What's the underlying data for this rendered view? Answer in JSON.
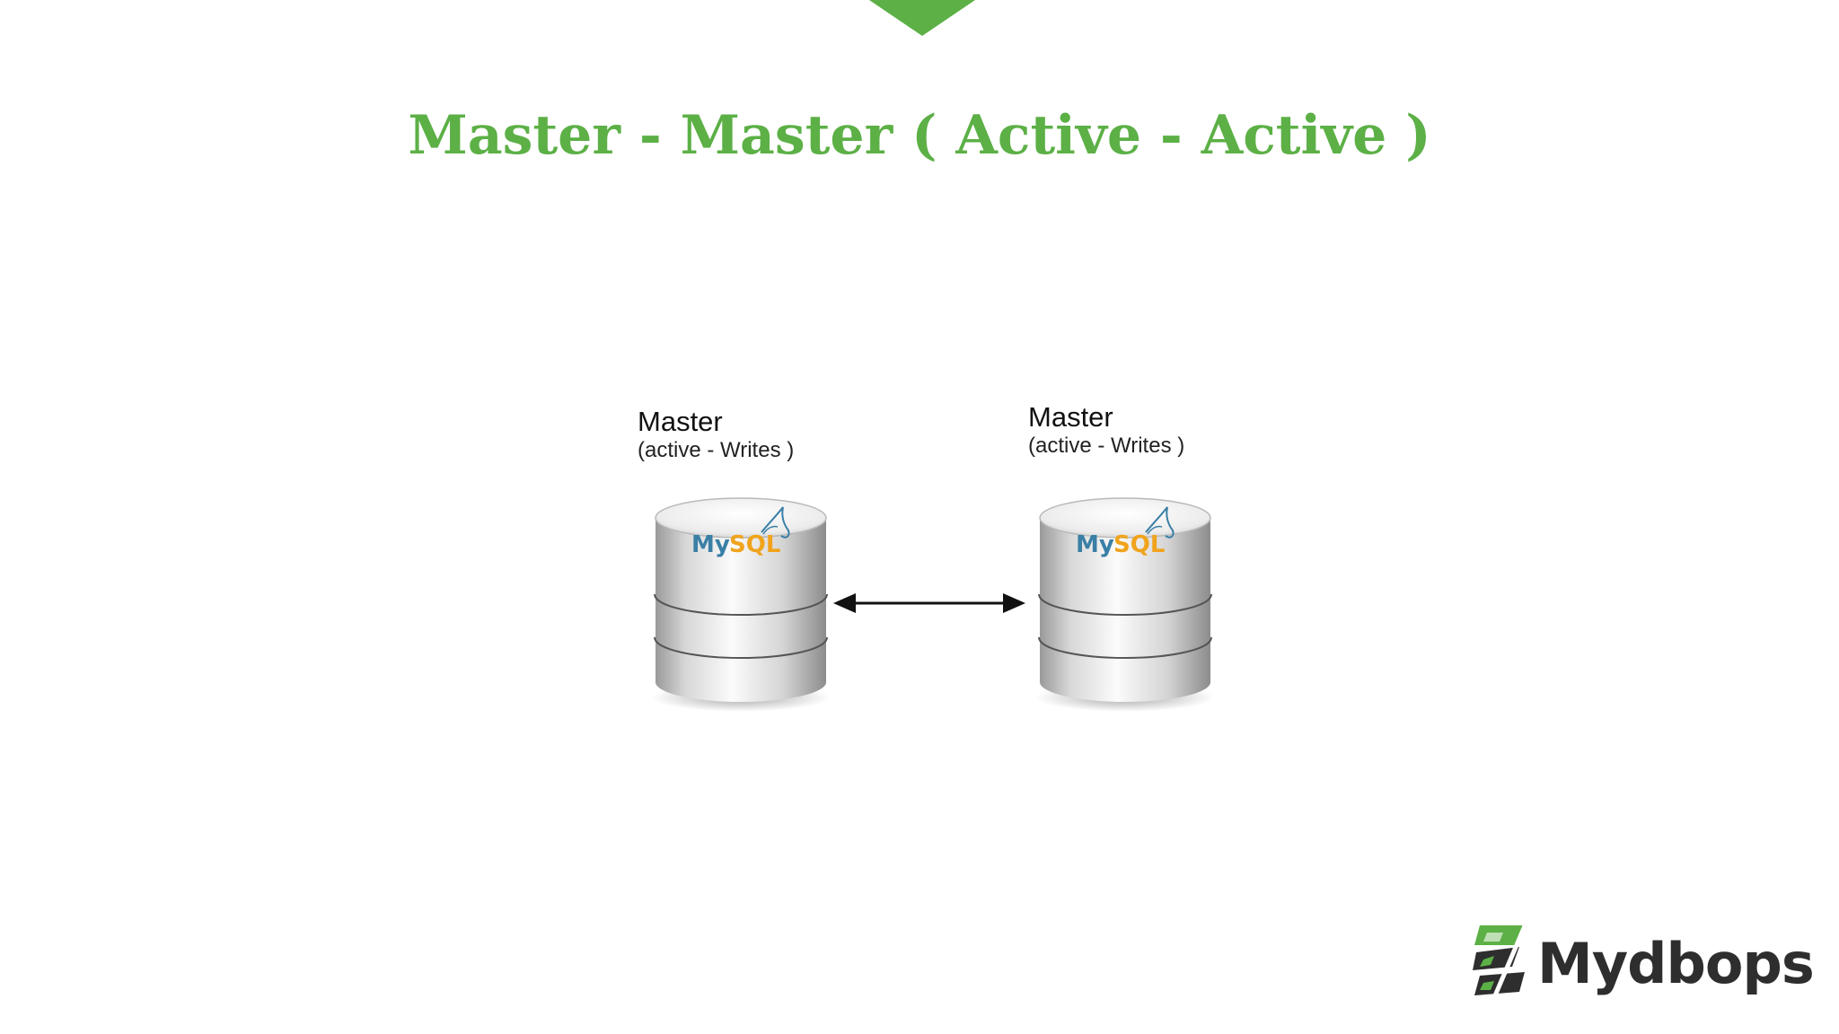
{
  "slide": {
    "title": "Master - Master ( Active - Active )",
    "accent_color": "#5cb046"
  },
  "nodes": [
    {
      "name": "Master",
      "role": "(active - Writes )",
      "icon": "mysql-database-icon",
      "logo_text_my": "My",
      "logo_text_sql": "SQL"
    },
    {
      "name": "Master",
      "role": "(active - Writes )",
      "icon": "mysql-database-icon",
      "logo_text_my": "My",
      "logo_text_sql": "SQL"
    }
  ],
  "connection": {
    "icon": "bidirectional-arrow-icon"
  },
  "brand": {
    "name": "Mydbops",
    "icon": "mydbops-logo-icon",
    "text_color": "#2e2e2e",
    "mark_green": "#5cb046"
  }
}
